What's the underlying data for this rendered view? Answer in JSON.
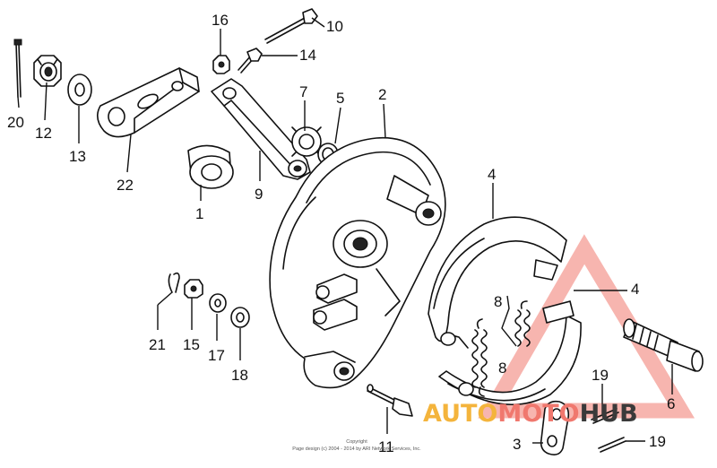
{
  "callouts": {
    "c1": "1",
    "c2": "2",
    "c3": "3",
    "c4a": "4",
    "c4b": "4",
    "c5": "5",
    "c6": "6",
    "c7": "7",
    "c8a": "8",
    "c8b": "8",
    "c9": "9",
    "c10": "10",
    "c11": "11",
    "c12": "12",
    "c13": "13",
    "c14": "14",
    "c15": "15",
    "c16": "16",
    "c17": "17",
    "c18": "18",
    "c19a": "19",
    "c19b": "19",
    "c20": "20",
    "c21": "21",
    "c22": "22"
  },
  "copyright": {
    "line1": "Copyright",
    "line2": "Page design (c) 2004 - 2014 by ARI Network Services, Inc."
  },
  "watermark": {
    "word_auto": "AUTO",
    "word_moto": "MOTO",
    "word_hub": "HUB",
    "colors": {
      "auto": "#f4b43c",
      "moto": "#f0786e",
      "hub": "#3a3a3a"
    }
  }
}
